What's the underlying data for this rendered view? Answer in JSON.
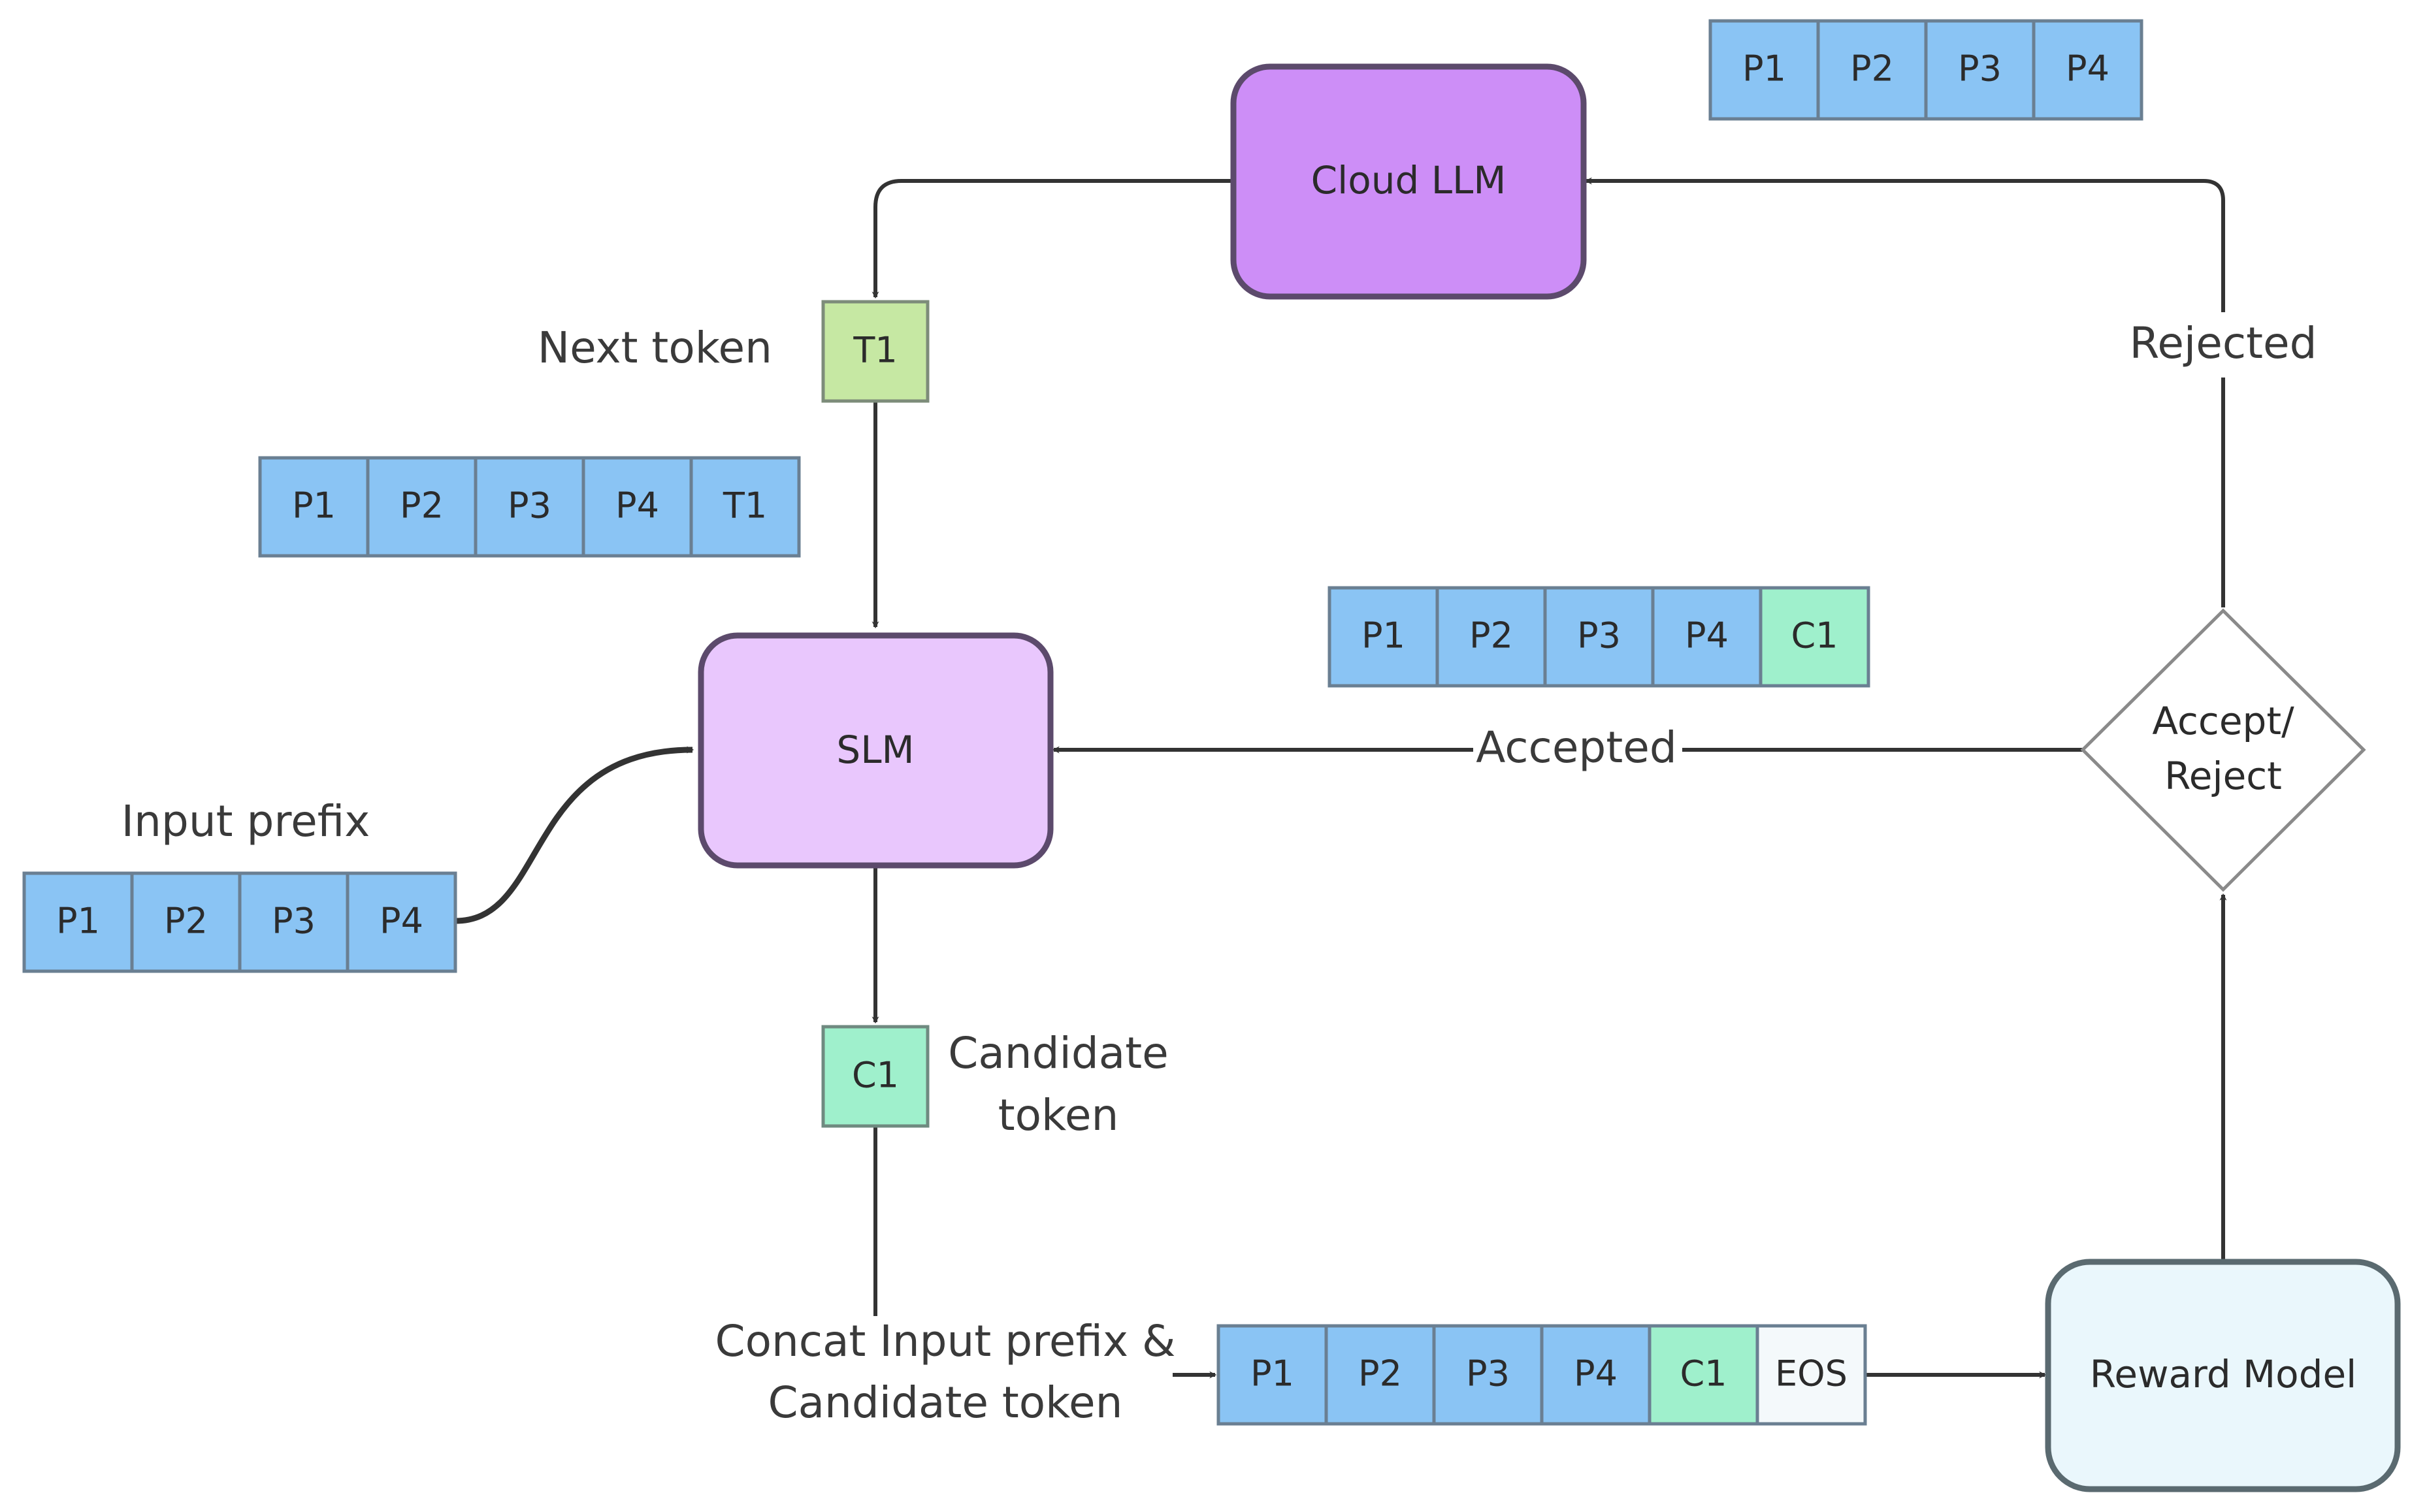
{
  "colors": {
    "token": "#8ac4f4",
    "token_border": "#6a7f92",
    "next_token": "#c6e8a3",
    "candidate": "#9ff0cc",
    "eos": "#f4f9fb",
    "cloud_llm": "#cd8ef7",
    "slm": "#e9c7fd",
    "reward_model": "#eaf7fc",
    "edge": "#333333"
  },
  "nodes": {
    "cloud_llm": "Cloud LLM",
    "slm": "SLM",
    "reward_model": "Reward Model",
    "decision": [
      "Accept/",
      "Reject"
    ]
  },
  "captions": {
    "next_token": "Next token",
    "input_prefix": "Input prefix",
    "candidate_token": [
      "Candidate",
      "token"
    ],
    "concat": [
      "Concat Input prefix &",
      "Candidate token"
    ],
    "rejected": "Rejected",
    "accepted": "Accepted"
  },
  "tokens": {
    "next_token": "T1",
    "candidate_token": "C1",
    "cloud_sequence": [
      "P1",
      "P2",
      "P3",
      "P4"
    ],
    "next_sequence": [
      "P1",
      "P2",
      "P3",
      "P4",
      "T1"
    ],
    "accepted_sequence": [
      "P1",
      "P2",
      "P3",
      "P4",
      "C1"
    ],
    "input_prefix": [
      "P1",
      "P2",
      "P3",
      "P4"
    ],
    "concat_sequence": [
      "P1",
      "P2",
      "P3",
      "P4",
      "C1",
      "EOS"
    ]
  }
}
